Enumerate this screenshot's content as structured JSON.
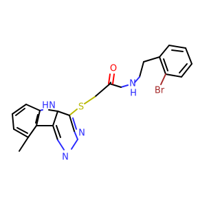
{
  "molecule": {
    "atoms": {
      "oxygen": "O",
      "amide_n": "N",
      "amide_h": "H",
      "bromine": "Br",
      "sulfur": "S",
      "indole_n": "N",
      "indole_h": "H",
      "pyrimidine_n1": "N",
      "pyrimidine_n2": "N"
    },
    "colors": {
      "carbon": "#000000",
      "nitrogen": "#2a2aff",
      "oxygen": "#ff0000",
      "sulfur": "#b8b800",
      "bromine": "#a52a2a"
    }
  }
}
